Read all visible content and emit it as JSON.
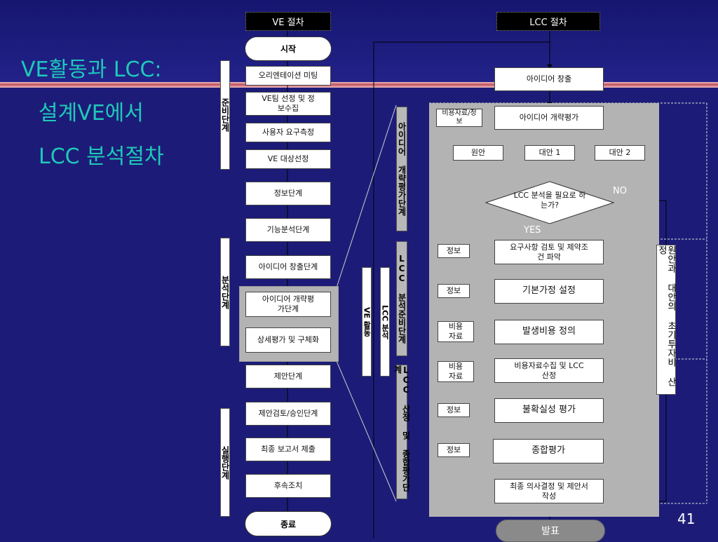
{
  "title": {
    "line1": "VE활동과 LCC:",
    "line2": "설계VE에서",
    "line3": "LCC 분석절차"
  },
  "page_number": "41",
  "ve": {
    "header": "VE 절차",
    "start": "시작",
    "end": "종료",
    "steps": [
      "오리엔테이션 미팅",
      "VE팀 선정 및 정보수집",
      "사용자 요구측정",
      "VE 대상선정",
      "정보단계",
      "기능분석단계",
      "아이디어 창출단계",
      "아이디어 개략평가단계",
      "상세평가 및 구체화",
      "제안단계",
      "제안검토/승인단계",
      "최종 보고서 제출",
      "후속조치"
    ],
    "phases": {
      "prep": "준비단계",
      "analysis": "분석단계",
      "exec": "실행단계"
    }
  },
  "mid": {
    "ve_activity": "VE 활동",
    "lcc_analysis": "LCC 분석"
  },
  "lcc_phases": {
    "idea_eval": "아이디어 개략평가단계",
    "prep": "LCC 분석준비단계",
    "calc": "LCC 산정 및 종합평가단계"
  },
  "lcc": {
    "header": "LCC 절차",
    "idea_creation": "아이디어 창출",
    "cost_info": "비용자료/정보",
    "idea_eval": "아이디어 개략평가",
    "original": "원안",
    "alt1": "대안 1",
    "alt2": "대안 2",
    "decision": "LCC 분석을 필요로 하는가?",
    "no": "NO",
    "yes": "YES",
    "info": "정보",
    "cost_data": "비용자료",
    "req_review": "요구사항 검토 및 제약조건 파악",
    "basic_assume": "기본가정 설정",
    "cost_def": "발생비용 정의",
    "cost_collect": "비용자료수집 및 LCC 산정",
    "uncertainty": "불확실성 평가",
    "overall": "종합평가",
    "final": "최종 의사결정 및 제안서 작성",
    "present": "발표",
    "side": "원안과 대안의 초기투자비 산정"
  }
}
